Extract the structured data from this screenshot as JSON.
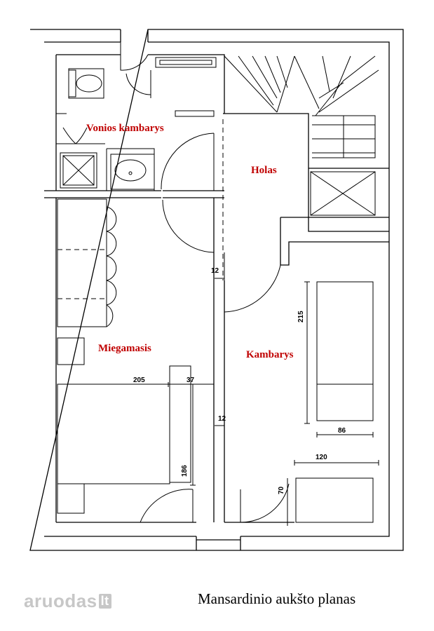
{
  "rooms": {
    "bathroom": "Vonios kambarys",
    "hall": "Holas",
    "bedroom": "Miegamasis",
    "room": "Kambarys"
  },
  "dimensions": {
    "wall_upper": "12",
    "wall_lower": "12",
    "bed_width": "205",
    "bed_gap": "37",
    "bed_length": "186",
    "bed2_length": "215",
    "bed2_width": "86",
    "furniture_width": "120",
    "door_width": "70"
  },
  "title": "Mansardinio aukšto planas",
  "brand": {
    "name": "aruodas",
    "suffix": "lt"
  }
}
